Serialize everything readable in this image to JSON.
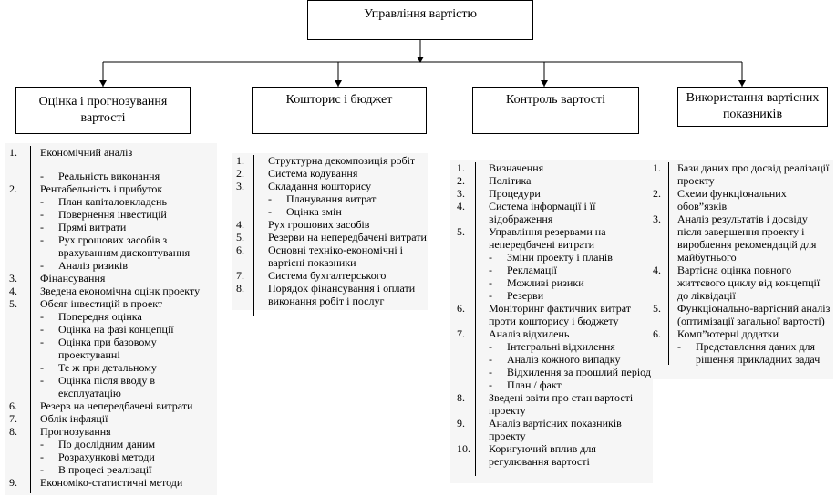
{
  "title": "Управління вартістю",
  "columns": [
    {
      "header": "Оцінка і прогнозування вартості",
      "items": [
        {
          "n": "1.",
          "text": "Економічний аналіз",
          "subs": [
            "Реальність виконання"
          ]
        },
        {
          "n": "2.",
          "text": "Рентабельність і прибуток",
          "subs": [
            "План капіталовкладень",
            "Повернення інвестицій",
            "Прямі витрати",
            "Рух грошових засобів з врахуванням дисконтування",
            "Аналіз ризиків"
          ]
        },
        {
          "n": "3.",
          "text": "Фінансування",
          "subs": []
        },
        {
          "n": "4.",
          "text": "Зведена економічна оцінк проекту",
          "subs": []
        },
        {
          "n": "5.",
          "text": "Обсяг інвестицій в проект",
          "subs": [
            "Попередня оцінка",
            "Оцінка на фазі концепції",
            "Оцінка при базовому проектуванні",
            "Те ж при детальному",
            "Оцінка після вводу в експлуатацію"
          ]
        },
        {
          "n": "6.",
          "text": "Резерв на непередбачені витрати",
          "subs": []
        },
        {
          "n": "7.",
          "text": "Облік інфляції",
          "subs": []
        },
        {
          "n": "8.",
          "text": "Прогнозування",
          "subs": [
            "По дослідним даним",
            "Розрахункові методи",
            "В процесі реалізації"
          ]
        },
        {
          "n": "9.",
          "text": "Економіко-статистичні методи",
          "subs": []
        }
      ]
    },
    {
      "header": "Кошторис і бюджет",
      "items": [
        {
          "n": "1.",
          "text": "Структурна декомпозиція робіт",
          "subs": []
        },
        {
          "n": "2.",
          "text": "Система кодування",
          "subs": []
        },
        {
          "n": "3.",
          "text": "Складання кошторису",
          "subs": [
            "Планування витрат",
            "Оцінка змін"
          ]
        },
        {
          "n": "4.",
          "text": "Рух грошових засобів",
          "subs": []
        },
        {
          "n": "5.",
          "text": "Резерви на непередбачені витрати",
          "subs": []
        },
        {
          "n": "6.",
          "text": "Основні техніко-економічні і вартісні показники",
          "subs": []
        },
        {
          "n": "7.",
          "text": "Система бухгалтерського",
          "subs": []
        },
        {
          "n": "8.",
          "text": "Порядок фінансування і оплати виконання робіт і послуг",
          "subs": []
        }
      ]
    },
    {
      "header": "Контроль вартості",
      "items": [
        {
          "n": "1.",
          "text": "Визначення",
          "subs": []
        },
        {
          "n": "2.",
          "text": "Політика",
          "subs": []
        },
        {
          "n": "3.",
          "text": "Процедури",
          "subs": []
        },
        {
          "n": "4.",
          "text": "Система інформації і її відображення",
          "subs": []
        },
        {
          "n": "5.",
          "text": "Управління резервами на непередбачені витрати",
          "subs": [
            "Зміни проекту і планів",
            "Рекламації",
            "Можливі ризики",
            "Резерви"
          ]
        },
        {
          "n": "6.",
          "text": "Моніторинг фактичних витрат проти кошторису і бюджету",
          "subs": []
        },
        {
          "n": "7.",
          "text": "Аналіз відхилень",
          "subs": [
            "Інтегральні відхилення",
            "Аналіз кожного випадку",
            "Відхилення за прошлий період",
            "План / факт"
          ]
        },
        {
          "n": "8.",
          "text": "Зведені звіти про стан вартості проекту",
          "subs": []
        },
        {
          "n": "9.",
          "text": "Аналіз вартісних показників проекту",
          "subs": []
        },
        {
          "n": "10.",
          "text": "Коригуючий вплив для регулювання вартості",
          "subs": []
        }
      ]
    },
    {
      "header": "Використання вартісних показників",
      "items": [
        {
          "n": "1.",
          "text": "Бази даних про досвід реалізації проекту",
          "subs": []
        },
        {
          "n": "2.",
          "text": "Схеми функціональних обов”язків",
          "subs": []
        },
        {
          "n": "3.",
          "text": "Аналіз результатів і досвіду після завершення проекту і вироблення рекомендацій для майбутнього",
          "subs": []
        },
        {
          "n": "4.",
          "text": "Вартісна оцінка повного життєвого циклу від концепції до ліквідації",
          "subs": []
        },
        {
          "n": "5.",
          "text": "Функціонально-вартісний аналіз (оптимізації загальної вартості)",
          "subs": []
        },
        {
          "n": "6.",
          "text": "Комп”ютерні додатки",
          "subs": [
            "Представлення даних для рішення прикладних задач"
          ]
        }
      ]
    }
  ]
}
